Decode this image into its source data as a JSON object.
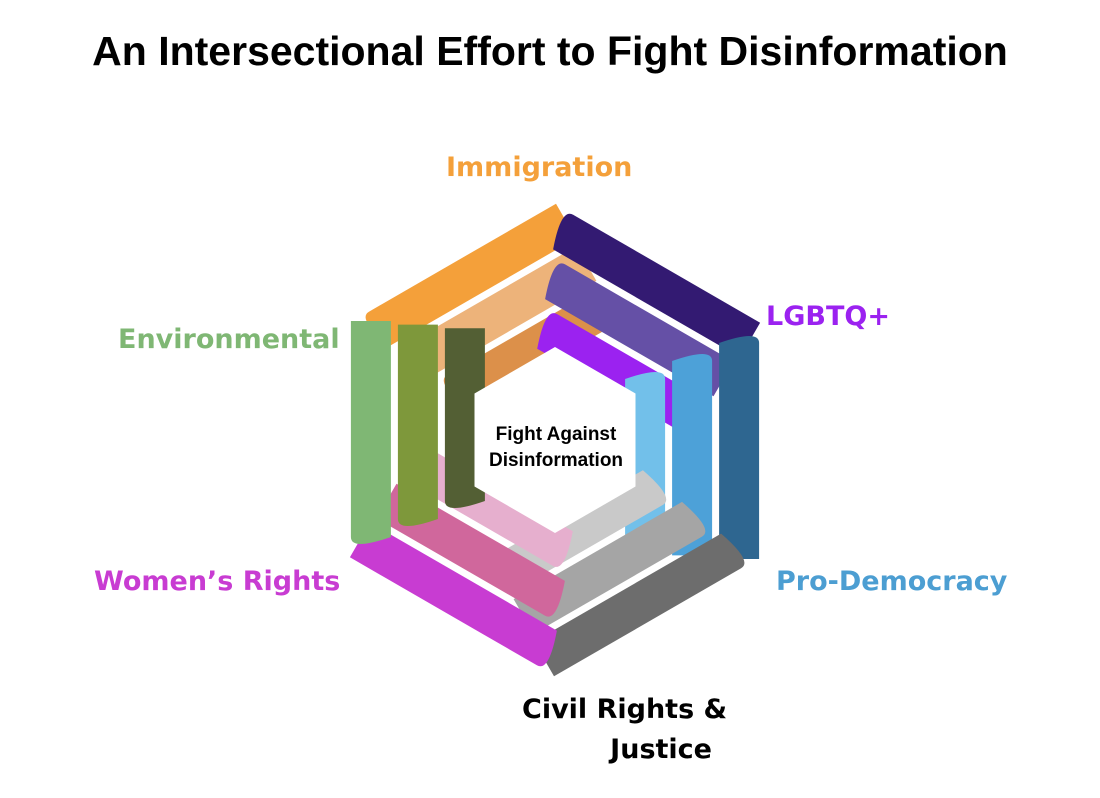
{
  "title": "An Intersectional Effort to Fight Disinformation",
  "center": {
    "line1": "Fight Against",
    "line2": "Disinformation"
  },
  "categories": [
    {
      "label": "Immigration",
      "color": "#F4A03A",
      "icon": "ribbon-immigration",
      "stripes": [
        "#F4A03A",
        "#EDB37A",
        "#DC904A"
      ]
    },
    {
      "label": "LGBTQ+",
      "color": "#9B22F0",
      "icon": "ribbon-lgbtq",
      "stripes": [
        "#331A72",
        "#6550A6",
        "#9B22F0"
      ]
    },
    {
      "label": "Pro-Democracy",
      "color": "#4C9ED2",
      "icon": "ribbon-pro-democracy",
      "stripes": [
        "#2E6690",
        "#4DA1D8",
        "#72C0EA"
      ]
    },
    {
      "label": "Civil Rights &",
      "label2": "Justice",
      "color": "#000000",
      "icon": "ribbon-civil-rights",
      "stripes": [
        "#6D6D6D",
        "#A5A5A5",
        "#C9C9C9"
      ]
    },
    {
      "label": "Women’s  Rights",
      "color": "#C83CD2",
      "icon": "ribbon-womens-rights",
      "stripes": [
        "#C83CD2",
        "#D0679C",
        "#E6AFCE"
      ]
    },
    {
      "label": "Environmental",
      "color": "#7FB774",
      "icon": "ribbon-environmental",
      "stripes": [
        "#7FB774",
        "#7E983B",
        "#535F34"
      ]
    }
  ]
}
